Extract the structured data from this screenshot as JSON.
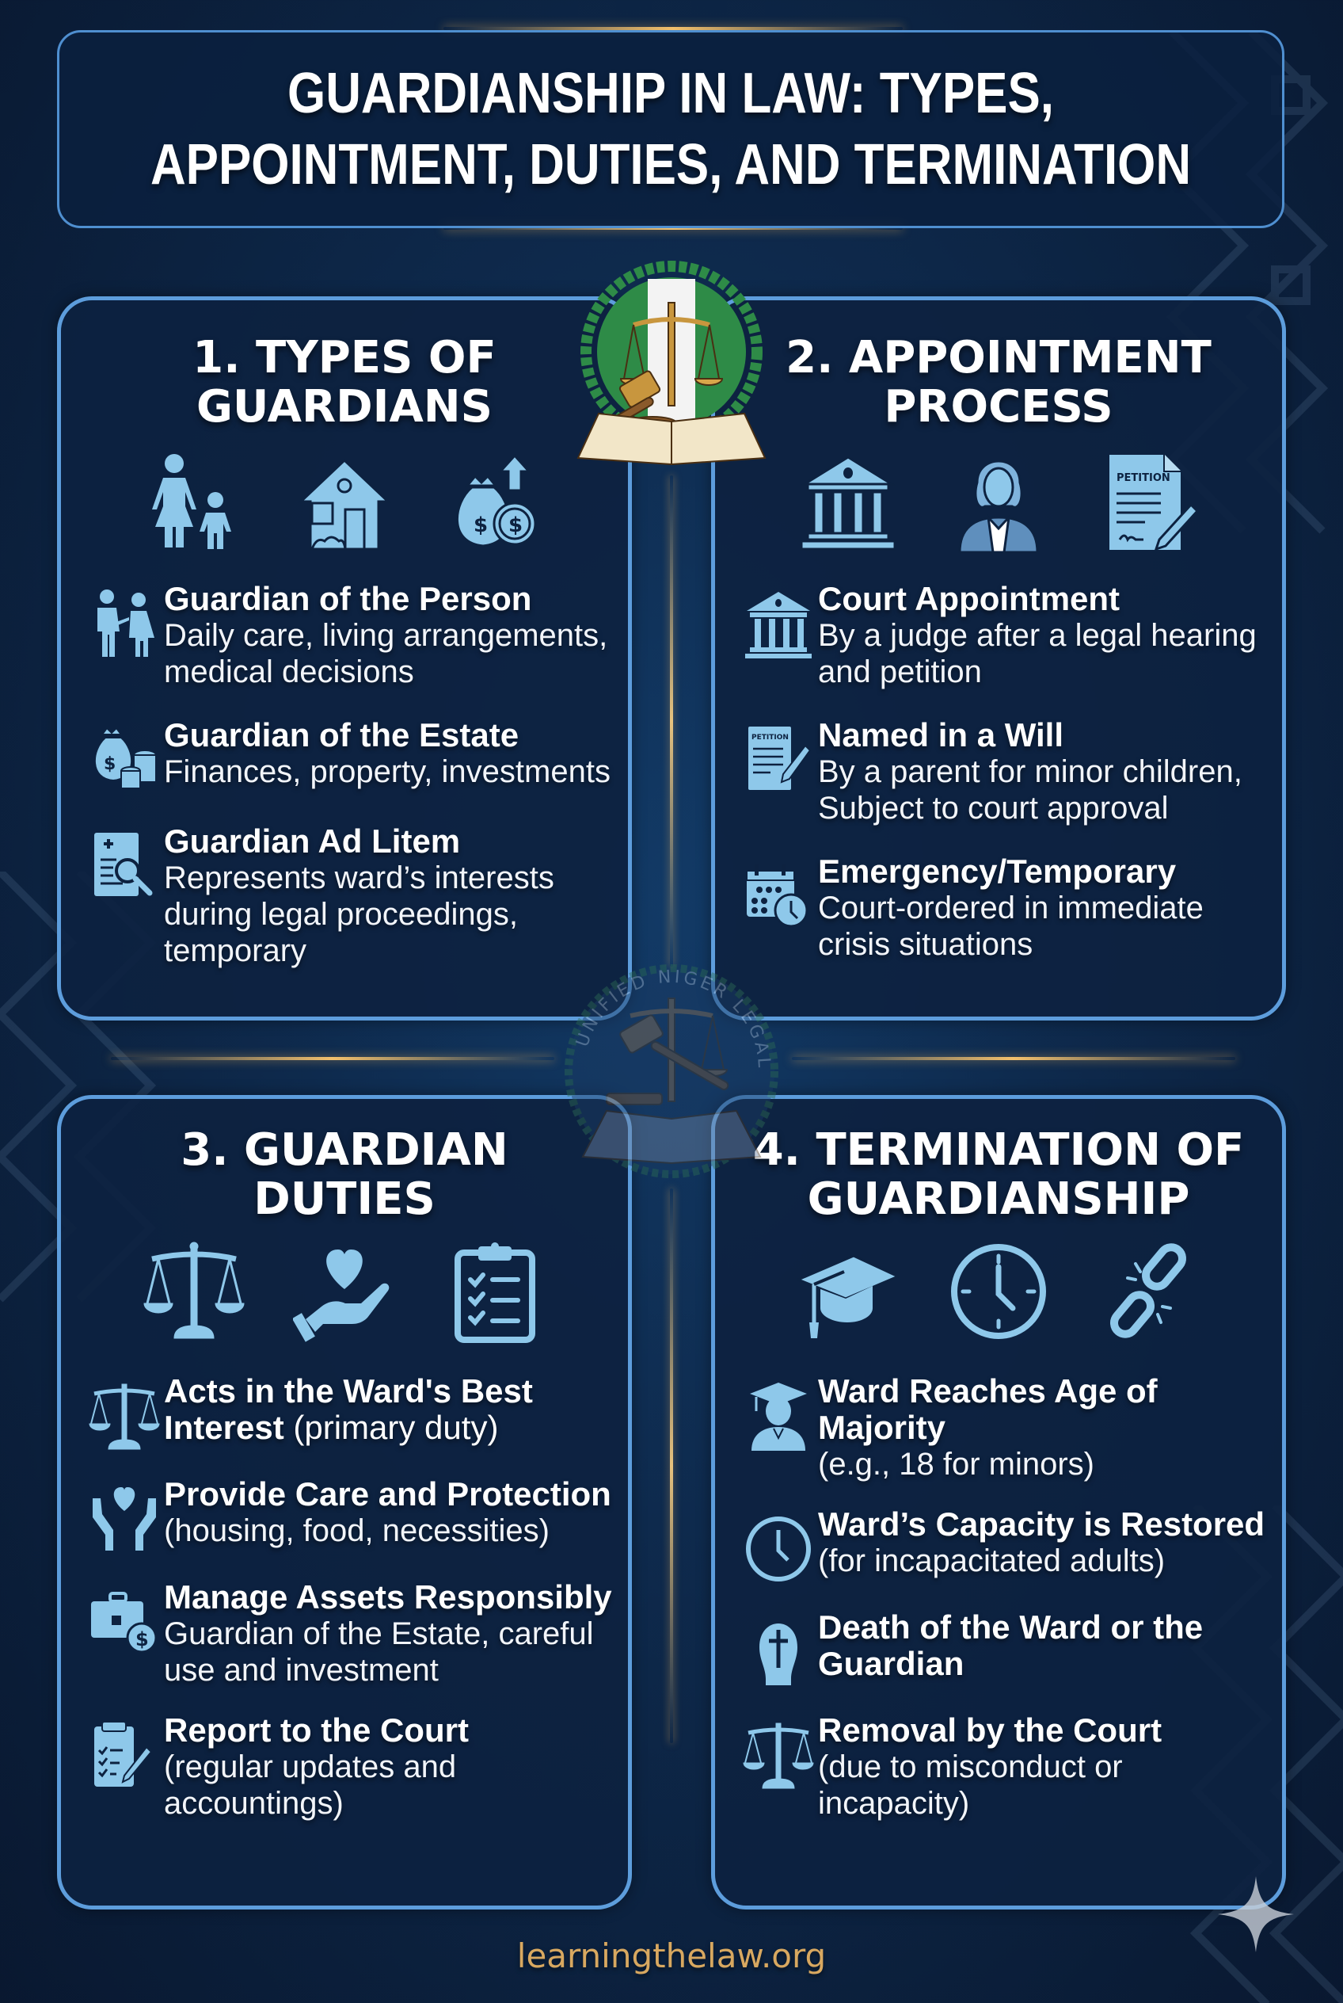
{
  "title": {
    "line1": "GUARDIANSHIP IN LAW: TYPES,",
    "line2": "APPOINTMENT, DUTIES, AND TERMINATION"
  },
  "colors": {
    "background": "#0e2a4d",
    "panel_border": "#5d9ddc",
    "icon": "#8ec8ea",
    "accent_gold": "#d8a860",
    "emblem_green": "#2e8b47"
  },
  "emblem": {
    "top_icon": "scales-gavel-book-emblem",
    "watermark_text": "UNIFIED NIGER LEGAL",
    "watermark_icon": "scales-gavel-book-emblem"
  },
  "sections": [
    {
      "title_line1": "1. TYPES OF",
      "title_line2": "GUARDIANS",
      "header_icons": [
        "parent-child-icon",
        "house-icon",
        "money-bag-growth-icon"
      ],
      "items": [
        {
          "icon": "family-icon",
          "heading": "Guardian of the Person",
          "desc": "Daily care, living arrangements, medical decisions"
        },
        {
          "icon": "money-bag-coins-icon",
          "heading": "Guardian of the Estate",
          "desc": "Finances, property, investments"
        },
        {
          "icon": "document-magnifier-icon",
          "heading": "Guardian Ad Litem",
          "desc": "Represents ward’s interests during legal proceedings, temporary"
        }
      ]
    },
    {
      "title_line1": "2. APPOINTMENT",
      "title_line2": "PROCESS",
      "header_icons": [
        "courthouse-icon",
        "judge-icon",
        "petition-document-icon"
      ],
      "petition_label": "PETITION",
      "items": [
        {
          "icon": "courthouse-icon",
          "heading": "Court Appointment",
          "desc": "By a judge after a legal hearing and petition"
        },
        {
          "icon": "petition-document-icon",
          "heading": "Named in a Will",
          "desc": "By a parent for minor children, Subject to court approval"
        },
        {
          "icon": "calendar-clock-icon",
          "heading": "Emergency/Temporary",
          "desc": "Court-ordered in immediate crisis situations"
        }
      ]
    },
    {
      "title_line1": "3. GUARDIAN",
      "title_line2": "DUTIES",
      "header_icons": [
        "scales-of-justice-icon",
        "heart-in-hand-icon",
        "checklist-clipboard-icon"
      ],
      "items": [
        {
          "icon": "scales-of-justice-icon",
          "heading": "Acts in the Ward's Best Interest",
          "desc_inline": "(primary duty)"
        },
        {
          "icon": "hands-heart-icon",
          "heading": "Provide Care and Protection",
          "desc": "(housing, food, necessities)"
        },
        {
          "icon": "briefcase-dollar-icon",
          "heading": "Manage Assets Responsibly",
          "desc": "Guardian of the Estate, careful use and investment"
        },
        {
          "icon": "clipboard-pen-icon",
          "heading": "Report to the Court",
          "desc": "(regular updates and accountings)"
        }
      ]
    },
    {
      "title_line1": "4. TERMINATION OF",
      "title_line2": "GUARDIANSHIP",
      "header_icons": [
        "graduation-cap-icon",
        "clock-icon",
        "broken-chain-icon"
      ],
      "items": [
        {
          "icon": "graduate-person-icon",
          "heading": "Ward Reaches Age of Majority",
          "desc": "(e.g., 18 for minors)"
        },
        {
          "icon": "clock-icon",
          "heading": "Ward’s Capacity is Restored",
          "desc": "(for incapacitated adults)"
        },
        {
          "icon": "tombstone-cross-icon",
          "heading": "Death of the Ward or the Guardian",
          "desc": ""
        },
        {
          "icon": "scales-of-justice-icon",
          "heading": "Removal by the Court",
          "desc": "(due to misconduct or incapacity)"
        }
      ]
    }
  ],
  "footer": {
    "website": "learningthelaw.org"
  }
}
